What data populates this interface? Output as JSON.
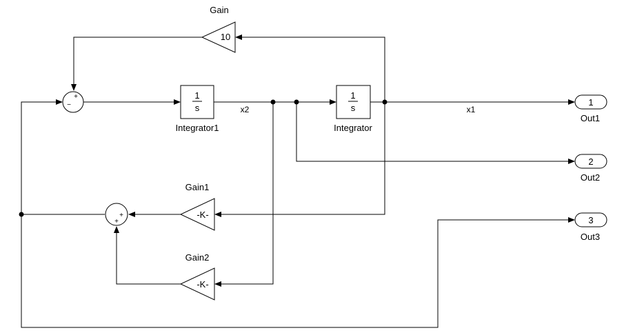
{
  "blocks": {
    "gain": {
      "name": "Gain",
      "value": "10"
    },
    "gain1": {
      "name": "Gain1",
      "value": "-K-"
    },
    "gain2": {
      "name": "Gain2",
      "value": "-K-"
    },
    "integrator1": {
      "name": "Integrator1",
      "num": "1",
      "den": "s"
    },
    "integrator": {
      "name": "Integrator",
      "num": "1",
      "den": "s"
    },
    "sum1": {
      "sign_top": "+",
      "sign_left": "−"
    },
    "sum2": {
      "sign_top": "+",
      "sign_left": "+"
    },
    "out1": {
      "name": "Out1",
      "port": "1"
    },
    "out2": {
      "name": "Out2",
      "port": "2"
    },
    "out3": {
      "name": "Out3",
      "port": "3"
    }
  },
  "signals": {
    "x1": "x1",
    "x2": "x2"
  }
}
